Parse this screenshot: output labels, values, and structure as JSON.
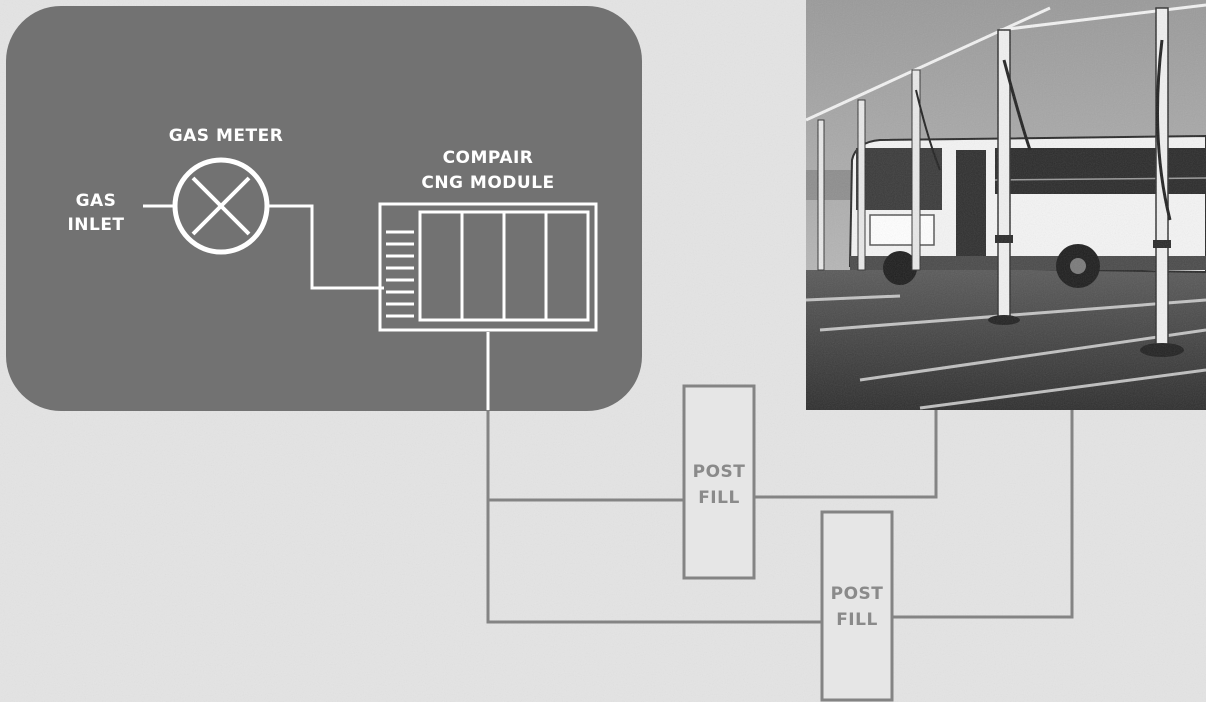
{
  "panel": {
    "gas_inlet_line1": "GAS",
    "gas_inlet_line2": "INLET",
    "gas_meter_label": "GAS METER",
    "module_line1": "COMPAIR",
    "module_line2": "CNG MODULE"
  },
  "posts": [
    {
      "line1": "POST",
      "line2": "FILL"
    },
    {
      "line1": "POST",
      "line2": "FILL"
    }
  ],
  "colors": {
    "page_background": "#e4e4e4",
    "panel_fill": "#727272",
    "panel_stroke": "#ffffff",
    "pipe_stroke": "#848484",
    "post_text": "#8a8a8a"
  },
  "photo": {
    "subject": "bus-at-fill-posts"
  }
}
